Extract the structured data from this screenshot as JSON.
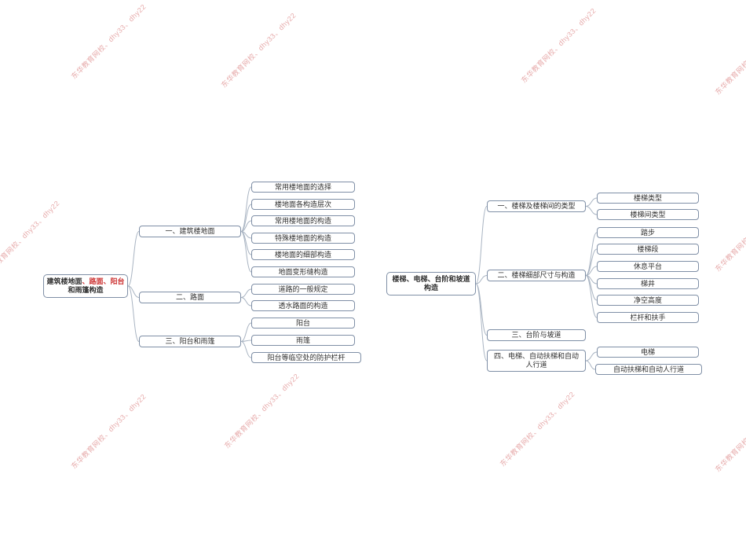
{
  "watermark": {
    "text": "东华教育网校、dhy33、dhy22"
  },
  "left_map": {
    "root": {
      "title_black": "建筑楼地面",
      "title_red": "、路面、阳台",
      "title_line2": "和雨篷构造"
    },
    "branches": [
      "一、建筑楼地面",
      "二、路面",
      "三、阳台和雨篷"
    ],
    "leaves": [
      "常用楼地面的选择",
      "楼地面各构造层次",
      "常用楼地面的构造",
      "特殊楼地面的构造",
      "楼地面的细部构造",
      "地面变形缝构造",
      "道路的一般规定",
      "透水路面的构造",
      "阳台",
      "雨篷",
      "阳台等临空处的防护栏杆"
    ]
  },
  "right_map": {
    "root": {
      "title_line1": "楼梯、电梯、台阶和坡道",
      "title_line2": "构造"
    },
    "branches": [
      "一、楼梯及楼梯间的类型",
      "二、楼梯细部尺寸与构造",
      "三、台阶与坡道",
      "四、电梯、自动扶梯和自动人行道"
    ],
    "leaves": [
      "楼梯类型",
      "楼梯间类型",
      "踏步",
      "楼梯段",
      "休息平台",
      "梯井",
      "净空高度",
      "栏杆和扶手",
      "电梯",
      "自动扶梯和自动人行道"
    ]
  },
  "colors": {
    "node_border": "#7f8fa6",
    "connector": "#a9b4c2",
    "root_red_text": "#cc3333",
    "watermark": "#d67272"
  }
}
